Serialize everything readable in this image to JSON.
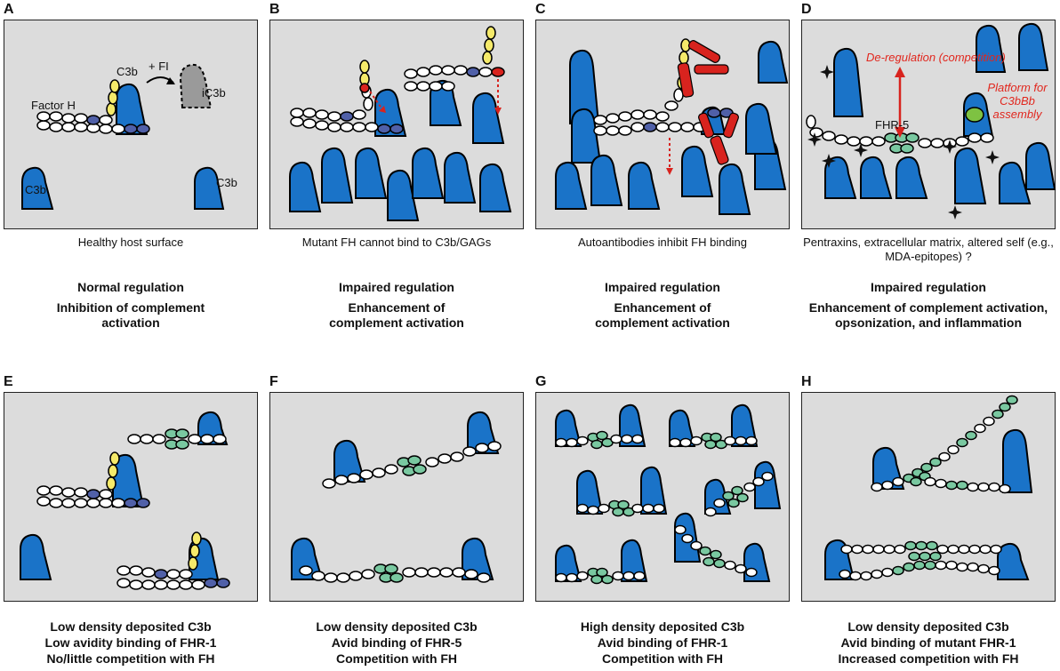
{
  "panels": {
    "A": {
      "letter": "A",
      "factor_h": "Factor H",
      "c3b": "C3b",
      "plus_fi": "+ FI",
      "ic3b": "iC3b",
      "caption": "Healthy host surface",
      "bold1": "Normal regulation",
      "bold2": "Inhibition of complement activation"
    },
    "B": {
      "letter": "B",
      "caption": "Mutant FH cannot bind to C3b/GAGs",
      "bold1": "Impaired regulation",
      "bold2": "Enhancement of complement activation"
    },
    "C": {
      "letter": "C",
      "caption": "Autoantibodies inhibit FH binding",
      "bold1": "Impaired regulation",
      "bold2": "Enhancement of complement activation"
    },
    "D": {
      "letter": "D",
      "dereg": "De-regulation (competition)",
      "platform": "Platform for C3bBb assembly",
      "fhr5": "FHR-5",
      "caption": "Pentraxins, extracellular matrix, altered self (e.g., MDA-epitopes) ?",
      "bold1": "Impaired regulation",
      "bold2": "Enhancement of complement activation, opsonization, and inflammation"
    },
    "E": {
      "letter": "E",
      "line1": "Low density deposited C3b",
      "line2": "Low avidity binding of FHR-1",
      "line3": "No/little competition with FH"
    },
    "F": {
      "letter": "F",
      "line1": "Low density deposited C3b",
      "line2": "Avid binding of FHR-5",
      "line3": "Competition with FH"
    },
    "G": {
      "letter": "G",
      "line1": "High density deposited C3b",
      "line2": "Avid binding of FHR-1",
      "line3": "Competition with FH"
    },
    "H": {
      "letter": "H",
      "line1": "Low density deposited C3b",
      "line2": "Avid binding of mutant FHR-1",
      "line3": "Increased competition with FH"
    }
  },
  "colors": {
    "c3b": "#1a73c8",
    "fhr": "#79c8a0",
    "fh_ccp": "#ffffff",
    "yellow": "#f5ea6a",
    "dark_blue": "#5060a8",
    "red": "#d8231e",
    "green": "#7ec242",
    "panel_bg": "#dcdcdc"
  }
}
